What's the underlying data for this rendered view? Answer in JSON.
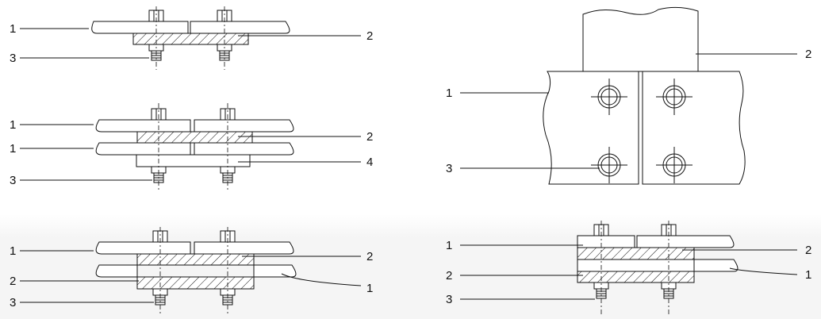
{
  "figures": {
    "a": {
      "left": [
        "1",
        "3"
      ],
      "right": [
        "2"
      ]
    },
    "b": {
      "left": [
        "1",
        "1",
        "3"
      ],
      "right": [
        "2",
        "4"
      ]
    },
    "c": {
      "left": [
        "1",
        "2",
        "3"
      ],
      "right": [
        "2",
        "1"
      ]
    },
    "d": {
      "left": [
        "1",
        "3"
      ],
      "right": [
        "2"
      ]
    },
    "e": {
      "left": [
        "1",
        "2",
        "3"
      ],
      "right": [
        "2",
        "1"
      ]
    }
  }
}
